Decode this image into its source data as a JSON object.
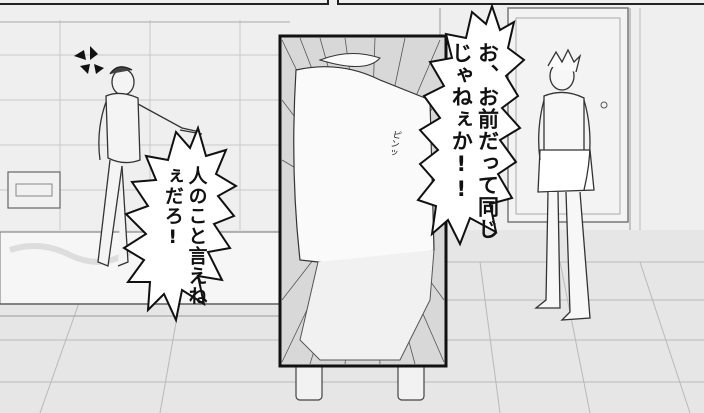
{
  "speech": {
    "right_bubble": "お、お前だって同じじゃねぇか!!",
    "left_bubble": "人のこと言えねぇだろ!",
    "inset_sfx": "ピンッ"
  },
  "icons": {
    "anger_mark": "anger-vein-icon"
  },
  "colors": {
    "ink": "#111111",
    "paper": "#ededed"
  }
}
